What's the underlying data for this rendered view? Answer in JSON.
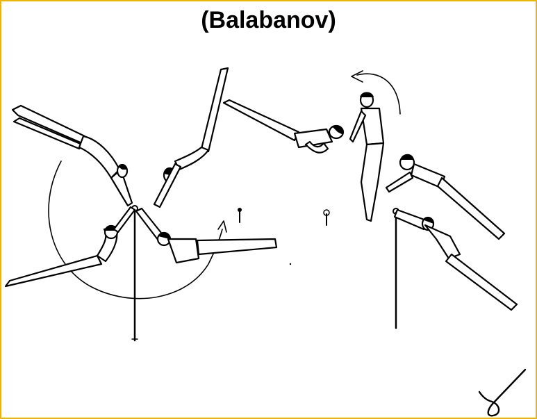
{
  "diagram": {
    "title": "(Balabanov)",
    "colors": {
      "border": "#f0b400",
      "ink": "#000000",
      "background": "#ffffff"
    },
    "elements": [
      "horizontal-bar-left",
      "giant-circle-path",
      "gymnast-phase-1",
      "gymnast-phase-2",
      "gymnast-phase-3",
      "gymnast-phase-4",
      "gymnast-phase-5",
      "gymnast-phase-6",
      "gymnast-phase-7",
      "gymnast-phase-8",
      "horizontal-bar-right",
      "rotation-arrow",
      "difficulty-symbol"
    ]
  }
}
